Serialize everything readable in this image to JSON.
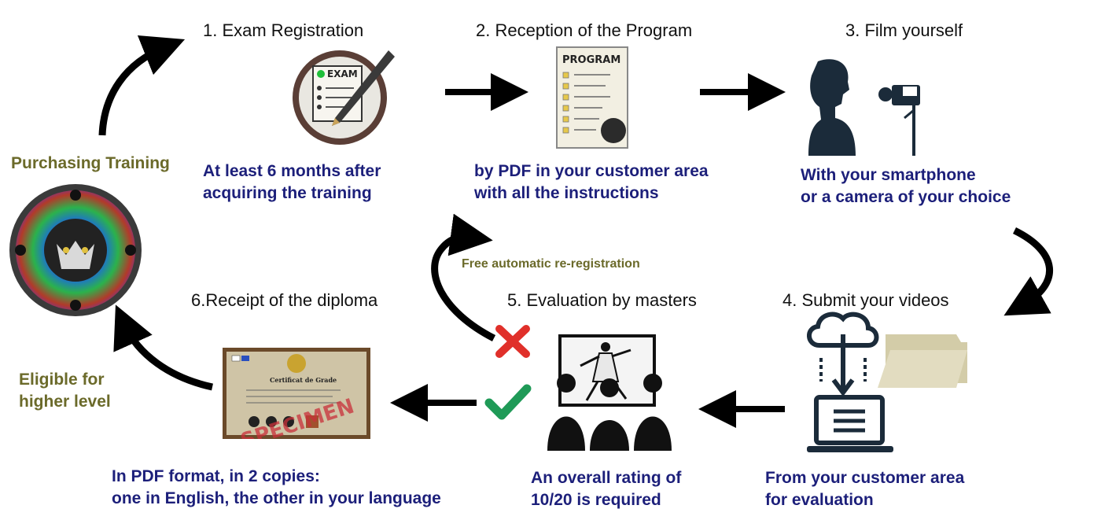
{
  "colors": {
    "description_text": "#1c1f7a",
    "side_text": "#6b6a2a",
    "arrow": "#000000",
    "reject": "#e0302a",
    "approve": "#1f9a57",
    "folder": "#d3cca8",
    "dark_icon": "#1b2b3a"
  },
  "start": {
    "label": "Purchasing Training",
    "logo_icon": "tiger-dragon-medallion"
  },
  "steps": [
    {
      "title": "1. Exam Registration",
      "icon": "exam-pen-icon",
      "icon_text": "EXAM",
      "desc": [
        "At least 6 months after",
        "acquiring the training"
      ]
    },
    {
      "title": "2. Reception of the Program",
      "icon": "program-document-icon",
      "icon_text": "PROGRAM",
      "desc": [
        "by PDF in your customer area",
        "with all the instructions"
      ]
    },
    {
      "title": "3. Film yourself",
      "icon": "person-camera-icon",
      "desc": [
        "With your smartphone",
        "or a camera of your choice"
      ]
    },
    {
      "title": "4. Submit your videos",
      "icon": "cloud-upload-laptop-icon",
      "desc": [
        "From your customer area",
        "for evaluation"
      ]
    },
    {
      "title": "5. Evaluation by masters",
      "icon": "masters-jury-icon",
      "desc": [
        "An overall rating of",
        "10/20 is required"
      ]
    },
    {
      "title": "6.Receipt of the diploma",
      "icon": "diploma-certificate-icon",
      "icon_text": [
        "Certificat de Grade",
        "SPECIMEN"
      ],
      "desc": [
        "In PDF format, in 2 copies:",
        "one in English, the other in your language"
      ]
    }
  ],
  "retry_label": "Free automatic re-registration",
  "end_label": [
    "Eligible for",
    "higher level"
  ]
}
